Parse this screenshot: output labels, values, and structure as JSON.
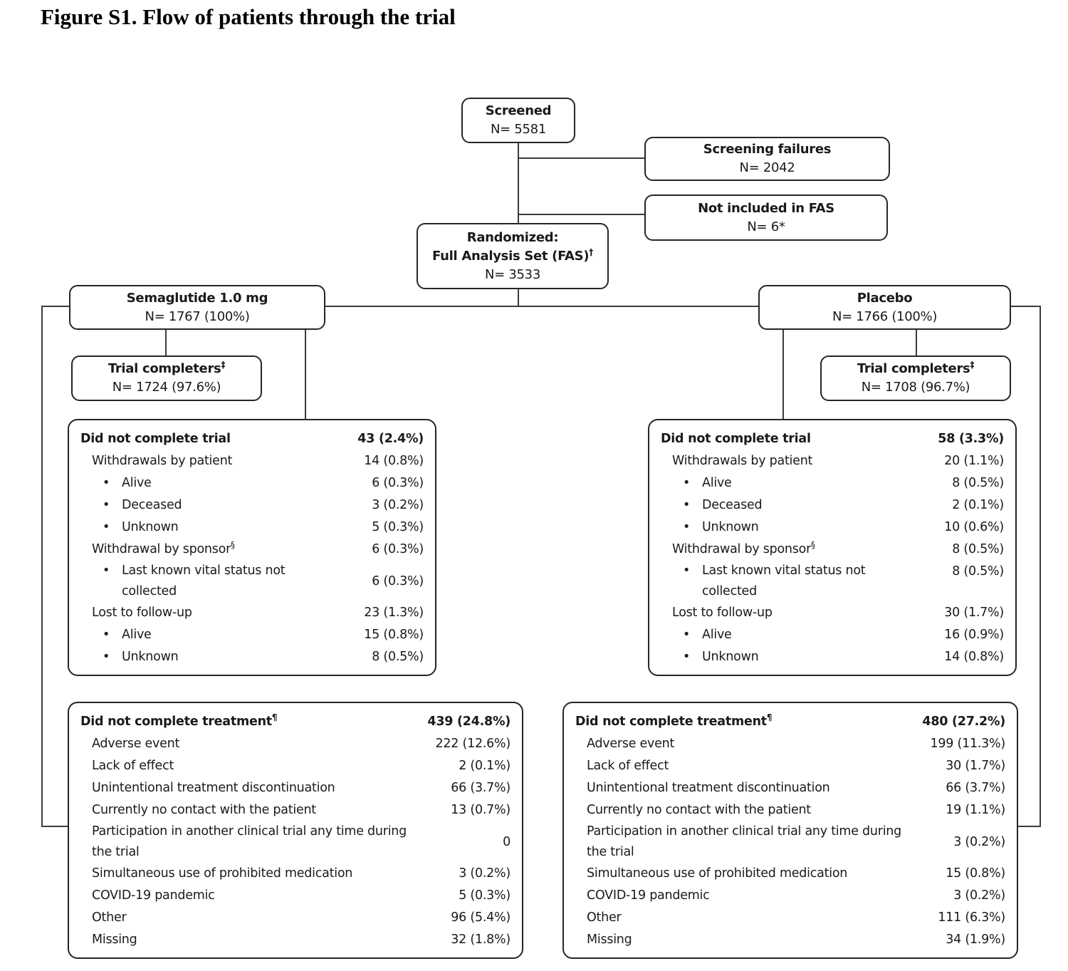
{
  "figure_title": "Figure S1. Flow of patients through the trial",
  "nodes": {
    "screened": {
      "title": "Screened",
      "n": "N= 5581"
    },
    "screening_failures": {
      "title": "Screening failures",
      "n": "N= 2042"
    },
    "not_included_fas": {
      "title": "Not included in FAS",
      "n": "N= 6*"
    },
    "randomized": {
      "line1": "Randomized:",
      "line2": "Full Analysis Set (FAS)",
      "sup": "†",
      "n": "N= 3533"
    },
    "semaglutide": {
      "title": "Semaglutide 1.0 mg",
      "n": "N= 1767 (100%)"
    },
    "placebo": {
      "title": "Placebo",
      "n": "N= 1766 (100%)"
    },
    "completers_left": {
      "title": "Trial completers",
      "sup": "‡",
      "n": "N= 1724 (97.6%)"
    },
    "completers_right": {
      "title": "Trial completers",
      "sup": "‡",
      "n": "N= 1708 (96.7%)"
    }
  },
  "trial_left": {
    "header": {
      "label": "Did not complete trial",
      "value": "43 (2.4%)"
    },
    "rows": [
      {
        "label": "Withdrawals by patient",
        "value": "14 (0.8%)"
      },
      {
        "label": "Alive",
        "value": "6 (0.3%)"
      },
      {
        "label": "Deceased",
        "value": "3 (0.2%)"
      },
      {
        "label": "Unknown",
        "value": "5 (0.3%)"
      },
      {
        "label": "Withdrawal by sponsor",
        "sup": "§",
        "value": "6 (0.3%)"
      },
      {
        "label": "Last known vital status not collected",
        "value": "6 (0.3%)"
      },
      {
        "label": "Lost to follow-up",
        "value": "23 (1.3%)"
      },
      {
        "label": "Alive",
        "value": "15 (0.8%)"
      },
      {
        "label": "Unknown",
        "value": "8 (0.5%)"
      }
    ]
  },
  "trial_right": {
    "header": {
      "label": "Did not complete trial",
      "value": "58 (3.3%)"
    },
    "rows": [
      {
        "label": "Withdrawals by patient",
        "value": "20 (1.1%)"
      },
      {
        "label": "Alive",
        "value": "8 (0.5%)"
      },
      {
        "label": "Deceased",
        "value": "2 (0.1%)"
      },
      {
        "label": "Unknown",
        "value": "10 (0.6%)"
      },
      {
        "label": "Withdrawal by sponsor",
        "sup": "§",
        "value": "8 (0.5%)"
      },
      {
        "label": "Last known vital status not collected",
        "value": "8 (0.5%)"
      },
      {
        "label": "Lost to follow-up",
        "value": "30 (1.7%)"
      },
      {
        "label": "Alive",
        "value": "16 (0.9%)"
      },
      {
        "label": "Unknown",
        "value": "14 (0.8%)"
      }
    ]
  },
  "treatment_left": {
    "header": {
      "label": "Did not complete treatment",
      "sup": "¶",
      "value": "439 (24.8%)"
    },
    "rows": [
      {
        "label": "Adverse event",
        "value": "222 (12.6%)"
      },
      {
        "label": "Lack of effect",
        "value": "2 (0.1%)"
      },
      {
        "label": "Unintentional treatment discontinuation",
        "value": "66 (3.7%)"
      },
      {
        "label": "Currently no contact with the patient",
        "value": "13 (0.7%)"
      },
      {
        "label": "Participation in another clinical trial any time during the trial",
        "value": "0"
      },
      {
        "label": "Simultaneous use of prohibited medication",
        "value": "3 (0.2%)"
      },
      {
        "label": "COVID-19 pandemic",
        "value": "5 (0.3%)"
      },
      {
        "label": "Other",
        "value": "96 (5.4%)"
      },
      {
        "label": "Missing",
        "value": "32 (1.8%)"
      }
    ]
  },
  "treatment_right": {
    "header": {
      "label": "Did not complete treatment",
      "sup": "¶",
      "value": "480 (27.2%)"
    },
    "rows": [
      {
        "label": "Adverse event",
        "value": "199 (11.3%)"
      },
      {
        "label": "Lack of effect",
        "value": "30 (1.7%)"
      },
      {
        "label": "Unintentional treatment discontinuation",
        "value": "66 (3.7%)"
      },
      {
        "label": "Currently no contact with the patient",
        "value": "19 (1.1%)"
      },
      {
        "label": "Participation in another clinical trial any time during the trial",
        "value": "3 (0.2%)"
      },
      {
        "label": "Simultaneous use of prohibited medication",
        "value": "15 (0.8%)"
      },
      {
        "label": "COVID-19 pandemic",
        "value": "3 (0.2%)"
      },
      {
        "label": "Other",
        "value": "111 (6.3%)"
      },
      {
        "label": "Missing",
        "value": "34 (1.9%)"
      }
    ]
  }
}
